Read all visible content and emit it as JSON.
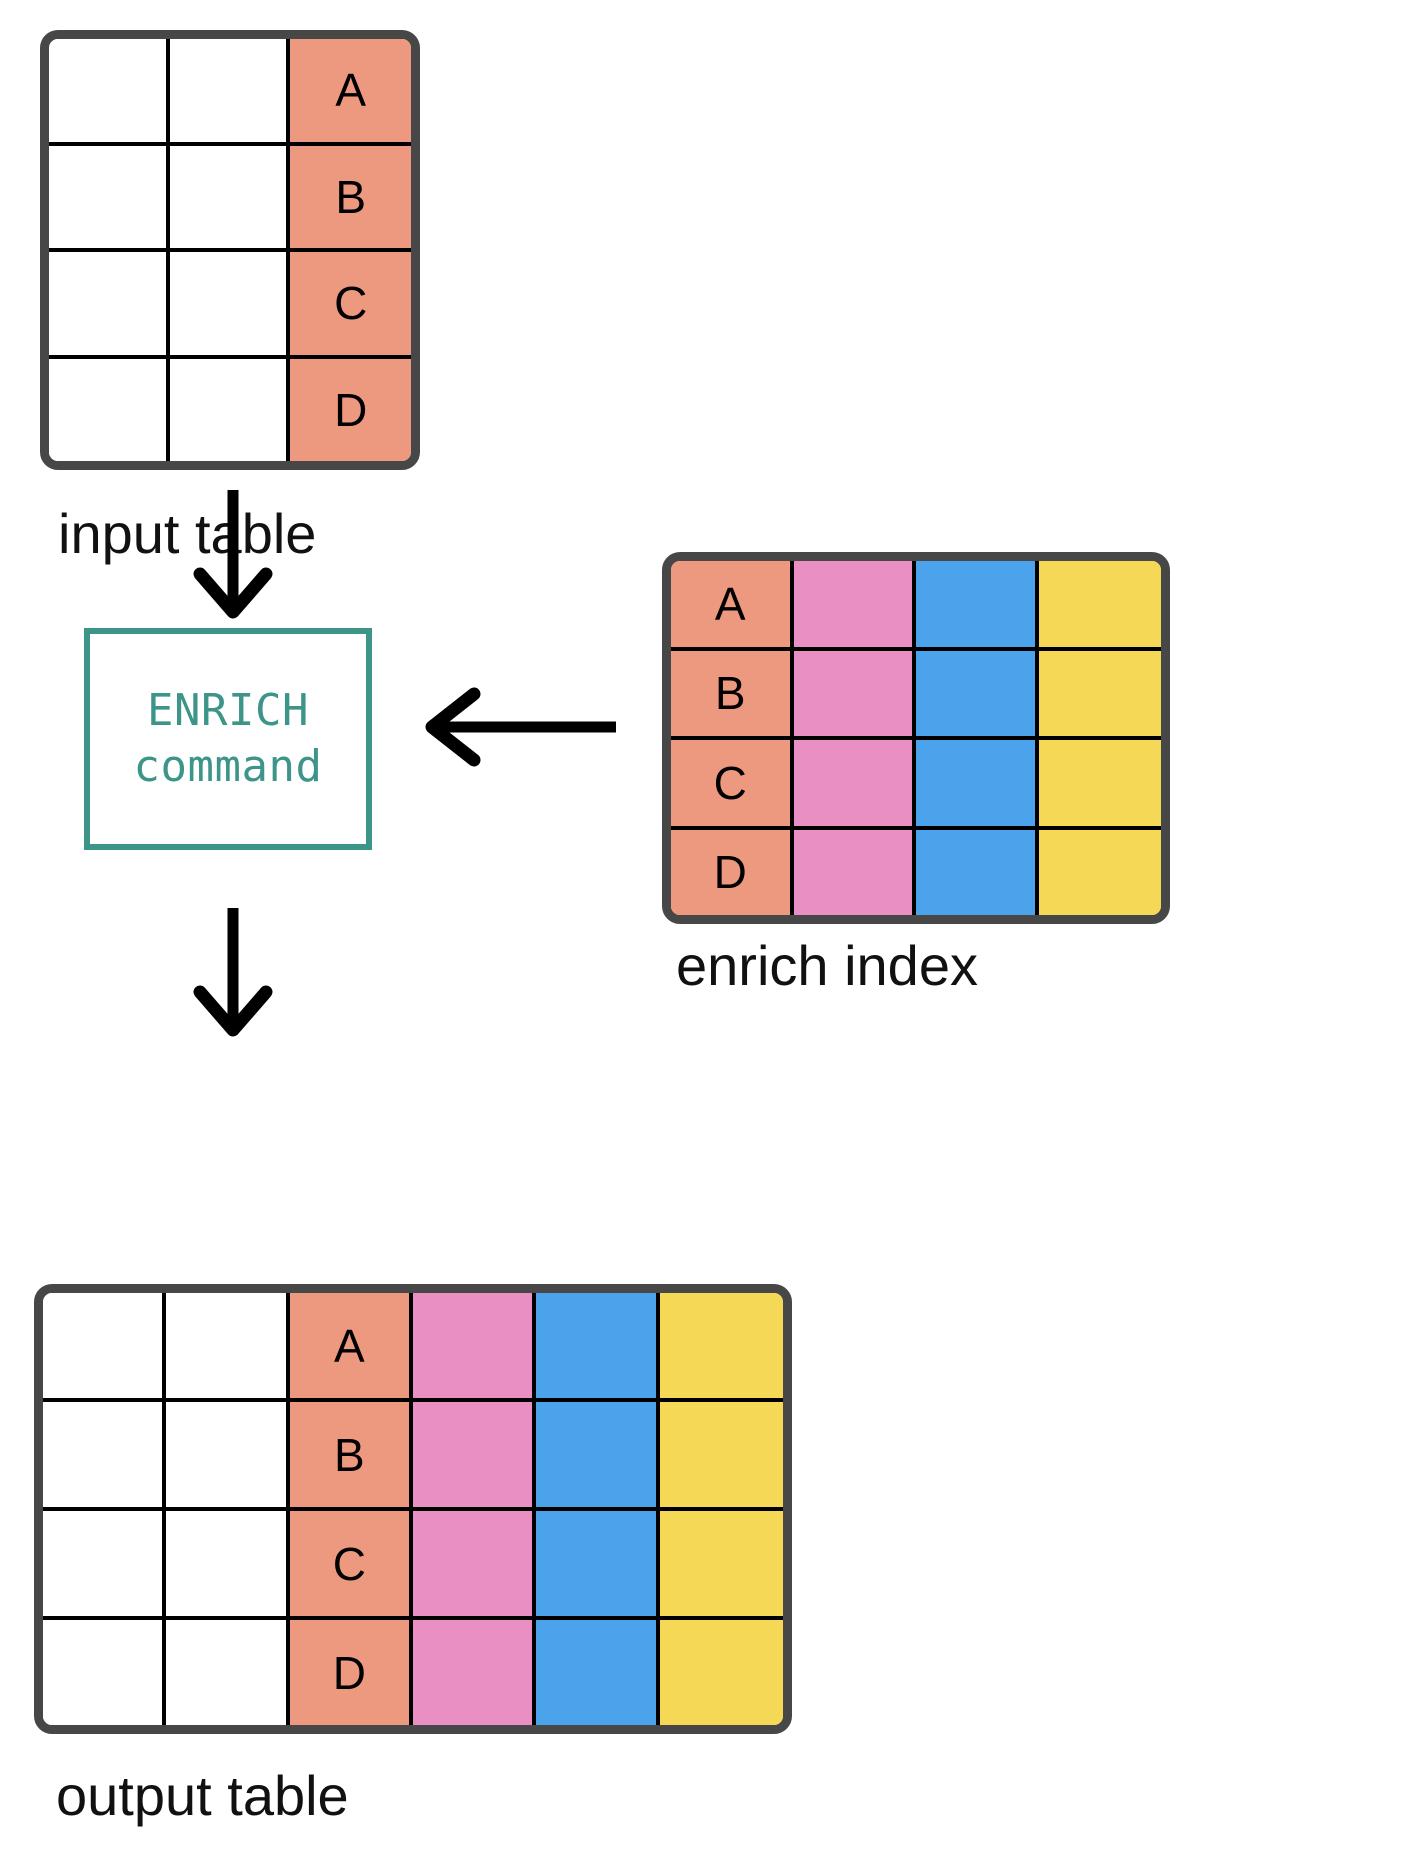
{
  "diagram": {
    "title": "ENRICH command data flow",
    "colors": {
      "border": "#474747",
      "grid_line": "#000000",
      "salmon": "#ed9980",
      "pink": "#e98fc4",
      "blue": "#4ba3eb",
      "yellow": "#f5d855",
      "teal": "#3d9489",
      "background": "#ffffff"
    }
  },
  "input_table": {
    "caption": "input table",
    "columns": 3,
    "rows": [
      {
        "cells": [
          {
            "text": "",
            "fill": "white"
          },
          {
            "text": "",
            "fill": "white"
          },
          {
            "text": "A",
            "fill": "salmon"
          }
        ]
      },
      {
        "cells": [
          {
            "text": "",
            "fill": "white"
          },
          {
            "text": "",
            "fill": "white"
          },
          {
            "text": "B",
            "fill": "salmon"
          }
        ]
      },
      {
        "cells": [
          {
            "text": "",
            "fill": "white"
          },
          {
            "text": "",
            "fill": "white"
          },
          {
            "text": "C",
            "fill": "salmon"
          }
        ]
      },
      {
        "cells": [
          {
            "text": "",
            "fill": "white"
          },
          {
            "text": "",
            "fill": "white"
          },
          {
            "text": "D",
            "fill": "salmon"
          }
        ]
      }
    ]
  },
  "enrich_command": {
    "line1": "ENRICH",
    "line2": "command"
  },
  "enrich_index": {
    "caption": "enrich index",
    "columns": 4,
    "rows": [
      {
        "cells": [
          {
            "text": "A",
            "fill": "salmon"
          },
          {
            "text": "",
            "fill": "pink"
          },
          {
            "text": "",
            "fill": "blue"
          },
          {
            "text": "",
            "fill": "yellow"
          }
        ]
      },
      {
        "cells": [
          {
            "text": "B",
            "fill": "salmon"
          },
          {
            "text": "",
            "fill": "pink"
          },
          {
            "text": "",
            "fill": "blue"
          },
          {
            "text": "",
            "fill": "yellow"
          }
        ]
      },
      {
        "cells": [
          {
            "text": "C",
            "fill": "salmon"
          },
          {
            "text": "",
            "fill": "pink"
          },
          {
            "text": "",
            "fill": "blue"
          },
          {
            "text": "",
            "fill": "yellow"
          }
        ]
      },
      {
        "cells": [
          {
            "text": "D",
            "fill": "salmon"
          },
          {
            "text": "",
            "fill": "pink"
          },
          {
            "text": "",
            "fill": "blue"
          },
          {
            "text": "",
            "fill": "yellow"
          }
        ]
      }
    ]
  },
  "output_table": {
    "caption": "output table",
    "columns": 6,
    "rows": [
      {
        "cells": [
          {
            "text": "",
            "fill": "white"
          },
          {
            "text": "",
            "fill": "white"
          },
          {
            "text": "A",
            "fill": "salmon"
          },
          {
            "text": "",
            "fill": "pink"
          },
          {
            "text": "",
            "fill": "blue"
          },
          {
            "text": "",
            "fill": "yellow"
          }
        ]
      },
      {
        "cells": [
          {
            "text": "",
            "fill": "white"
          },
          {
            "text": "",
            "fill": "white"
          },
          {
            "text": "B",
            "fill": "salmon"
          },
          {
            "text": "",
            "fill": "pink"
          },
          {
            "text": "",
            "fill": "blue"
          },
          {
            "text": "",
            "fill": "yellow"
          }
        ]
      },
      {
        "cells": [
          {
            "text": "",
            "fill": "white"
          },
          {
            "text": "",
            "fill": "white"
          },
          {
            "text": "C",
            "fill": "salmon"
          },
          {
            "text": "",
            "fill": "pink"
          },
          {
            "text": "",
            "fill": "blue"
          },
          {
            "text": "",
            "fill": "yellow"
          }
        ]
      },
      {
        "cells": [
          {
            "text": "",
            "fill": "white"
          },
          {
            "text": "",
            "fill": "white"
          },
          {
            "text": "D",
            "fill": "salmon"
          },
          {
            "text": "",
            "fill": "pink"
          },
          {
            "text": "",
            "fill": "blue"
          },
          {
            "text": "",
            "fill": "yellow"
          }
        ]
      }
    ]
  },
  "arrows": [
    {
      "name": "input-to-command",
      "direction": "down"
    },
    {
      "name": "command-to-output",
      "direction": "down"
    },
    {
      "name": "index-to-command",
      "direction": "left"
    }
  ]
}
